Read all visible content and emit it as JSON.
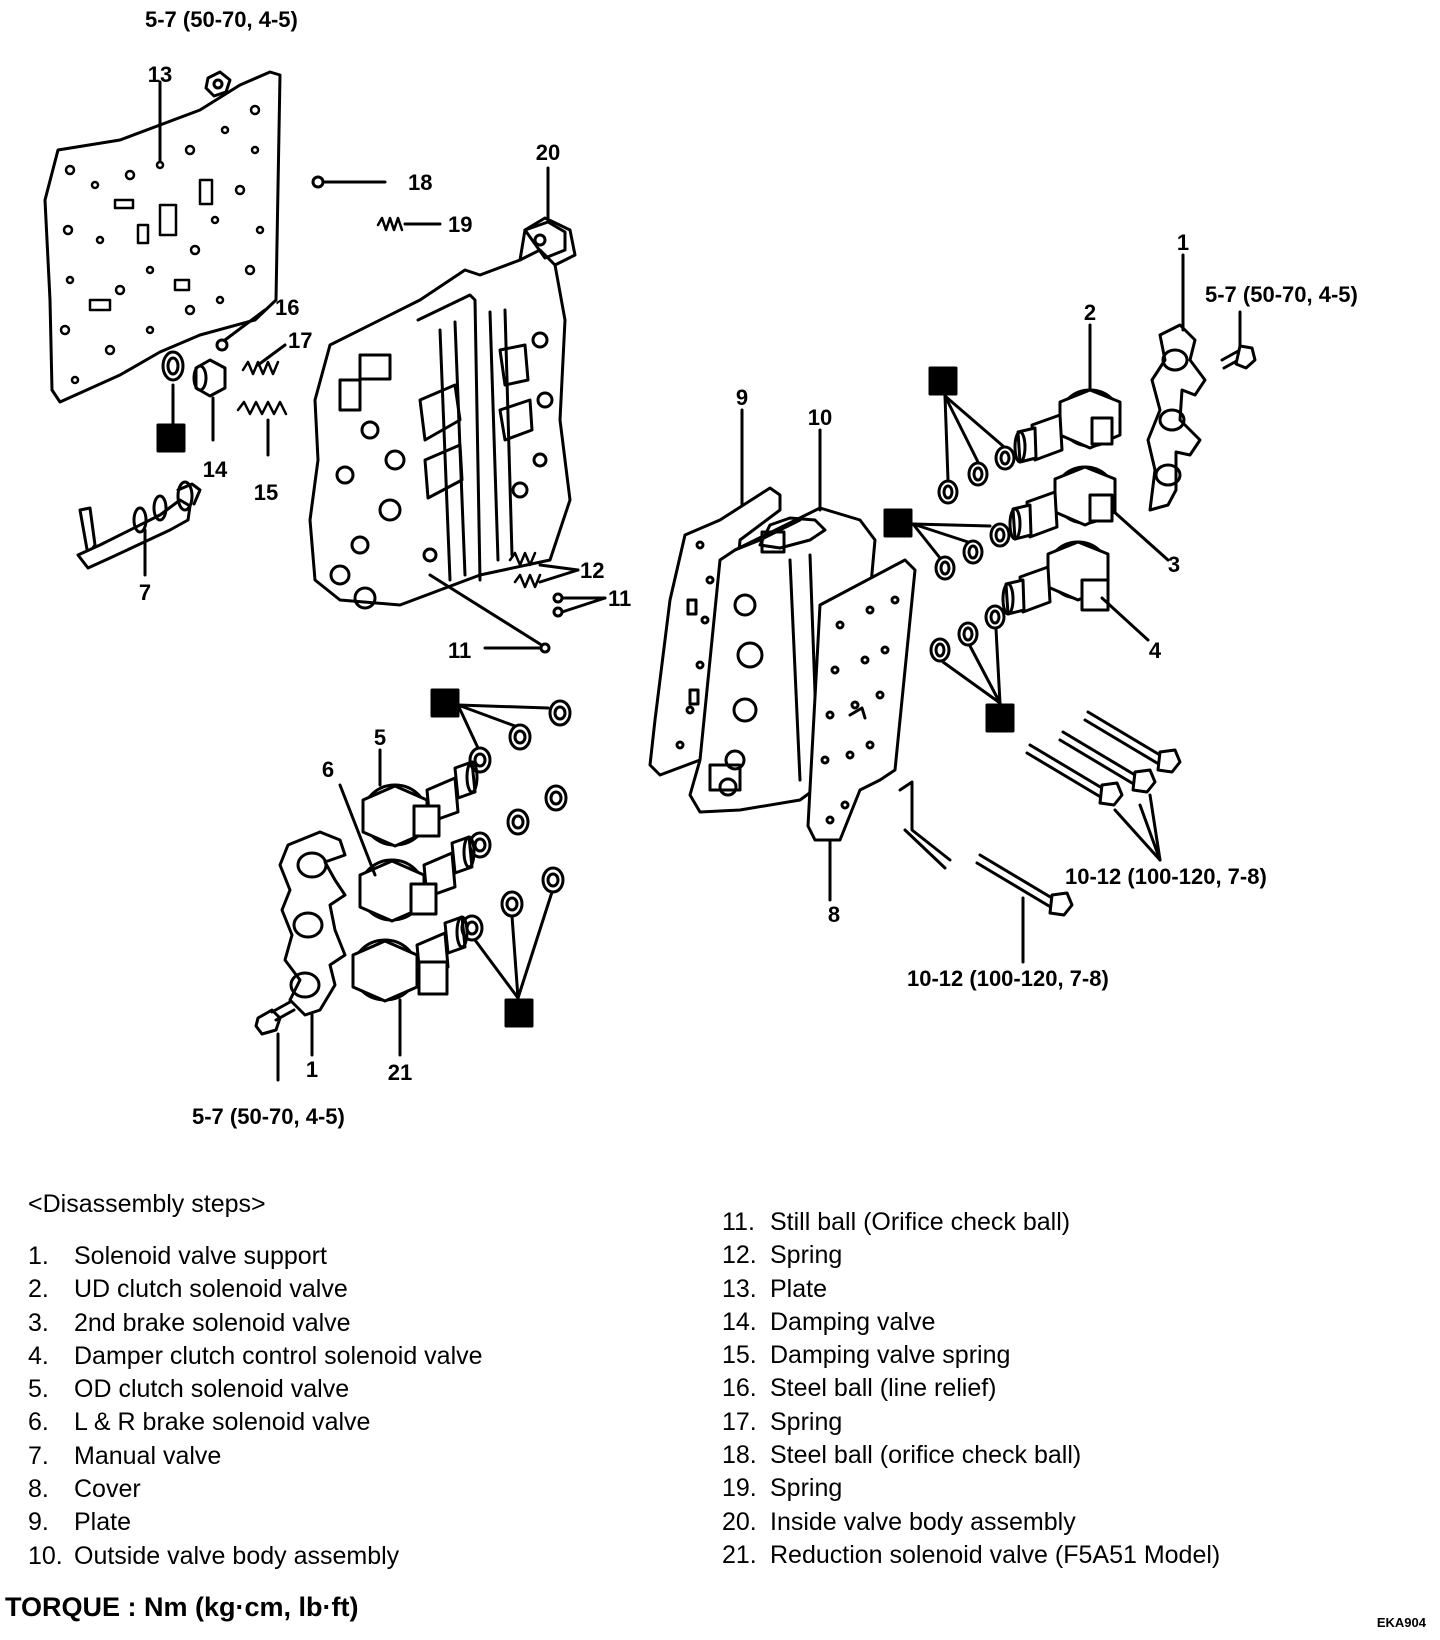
{
  "callouts": {
    "c1a": "1",
    "c1b": "1",
    "c2": "2",
    "c3": "3",
    "c4": "4",
    "c5": "5",
    "c6": "6",
    "c7": "7",
    "c8": "8",
    "c9": "9",
    "c10": "10",
    "c11a": "11",
    "c11b": "11",
    "c12": "12",
    "c13": "13",
    "c14": "14",
    "c15": "15",
    "c16": "16",
    "c17": "17",
    "c18": "18",
    "c19": "19",
    "c20": "20",
    "c21": "21"
  },
  "torque_specs": {
    "top_left": "5-7 (50-70, 4-5)",
    "right": "5-7 (50-70, 4-5)",
    "bottom_left": "5-7 (50-70, 4-5)",
    "bolts_upper": "10-12 (100-120, 7-8)",
    "bolts_lower": "10-12 (100-120, 7-8)"
  },
  "legend": {
    "heading": "<Disassembly steps>",
    "left_items": [
      {
        "num": "1.",
        "label": "Solenoid valve support"
      },
      {
        "num": "2.",
        "label": "UD clutch solenoid valve"
      },
      {
        "num": "3.",
        "label": "2nd brake solenoid valve"
      },
      {
        "num": "4.",
        "label": "Damper clutch control solenoid valve"
      },
      {
        "num": "5.",
        "label": "OD clutch solenoid valve"
      },
      {
        "num": "6.",
        "label": "L & R brake solenoid valve"
      },
      {
        "num": "7.",
        "label": "Manual valve"
      },
      {
        "num": "8.",
        "label": "Cover"
      },
      {
        "num": "9.",
        "label": "Plate"
      },
      {
        "num": "10.",
        "label": "Outside valve body assembly"
      }
    ],
    "right_items": [
      {
        "num": "11.",
        "label": "Still ball (Orifice check ball)"
      },
      {
        "num": "12.",
        "label": "Spring"
      },
      {
        "num": "13.",
        "label": "Plate"
      },
      {
        "num": "14.",
        "label": "Damping valve"
      },
      {
        "num": "15.",
        "label": "Damping valve spring"
      },
      {
        "num": "16.",
        "label": "Steel ball (line relief)"
      },
      {
        "num": "17.",
        "label": "Spring"
      },
      {
        "num": "18.",
        "label": "Steel ball (orifice check ball)"
      },
      {
        "num": "19.",
        "label": "Spring"
      },
      {
        "num": "20.",
        "label": "Inside valve body assembly"
      },
      {
        "num": "21.",
        "label": "Reduction solenoid valve (F5A51 Model)"
      }
    ],
    "torque_unit": "TORQUE : Nm (kg·cm, lb·ft)",
    "figure_code": "EKA904"
  }
}
